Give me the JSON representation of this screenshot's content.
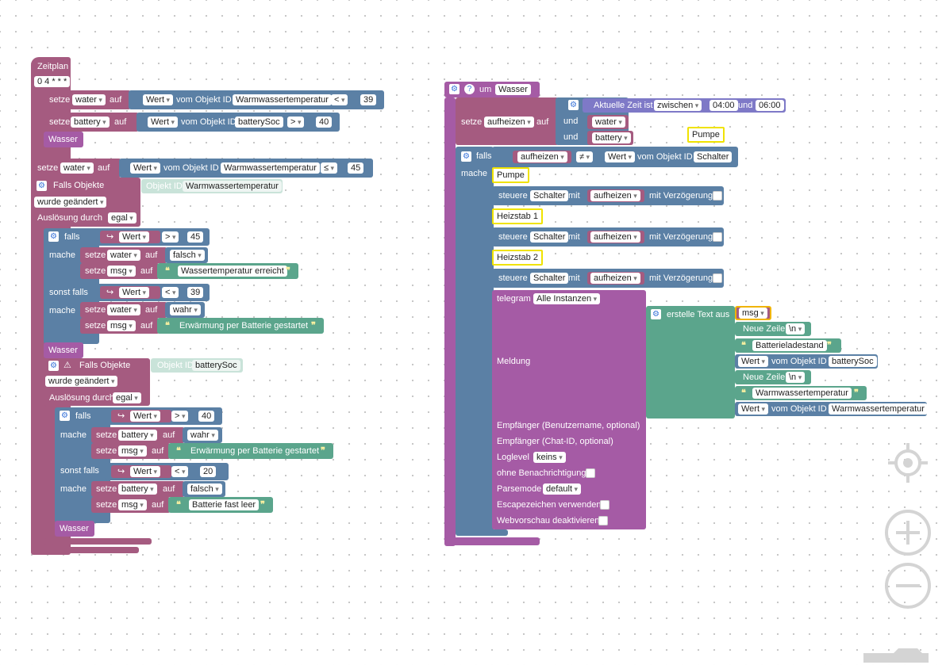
{
  "left": {
    "zeitplan": "Zeitplan",
    "cron": "0 4 * * *",
    "setze": "setze",
    "auf": "auf",
    "wert": "Wert",
    "vom_objekt": "vom Objekt ID",
    "obj_ww": "Warmwassertemperatur",
    "obj_bat": "batterySoc",
    "var_water": "water",
    "var_battery": "battery",
    "var_msg": "msg",
    "op_lt": "<",
    "op_gt": ">",
    "op_le": "≤",
    "n39": "39",
    "n40": "40",
    "n45": "45",
    "n20": "20",
    "wasser": "Wasser",
    "falls_objekte": "Falls Objekte",
    "objekt_id": "Objekt ID",
    "wurde_geaendert": "wurde geändert",
    "ausloesung": "Auslösung durch",
    "egal": "egal",
    "falls": "falls",
    "mache": "mache",
    "sonst_falls": "sonst falls",
    "falsch": "falsch",
    "wahr": "wahr",
    "txt_erreicht": "Wassertemperatur erreicht",
    "txt_erwaermung": "Erwärmung per Batterie gestartet",
    "txt_leer": "Batterie fast leer"
  },
  "right": {
    "um": "um",
    "fn_name": "Wasser",
    "setze": "setze",
    "var_aufheizen": "aufheizen",
    "auf": "auf",
    "aktuelle_zeit": "Aktuelle Zeit ist",
    "zwischen": "zwischen",
    "t_from": "04:00",
    "und": "und",
    "t_to": "06:00",
    "var_water": "water",
    "var_battery": "battery",
    "label_pumpe": "Pumpe",
    "falls": "falls",
    "mache": "mache",
    "op_ne": "≠",
    "wert": "Wert",
    "vom_objekt": "vom Objekt ID",
    "obj_schalter": "Schalter",
    "steuere": "steuere",
    "mit": "mit",
    "mit_verz": "mit Verzögerung",
    "label_heiz1": "Heizstab 1",
    "label_heiz2": "Heizstab 2",
    "telegram": "telegram",
    "alle_instanzen": "Alle Instanzen",
    "meldung": "Meldung",
    "erstelle_text": "erstelle Text aus",
    "var_msg": "msg",
    "neue_zeile": "Neue Zeile",
    "nl": "\\n",
    "txt_batterieladestand": "Batterieladestand",
    "obj_bat": "batterySoc",
    "txt_ww": "Warmwassertemperatur",
    "obj_ww": "Warmwassertemperatur",
    "empf_user": "Empfänger (Benutzername, optional)",
    "empf_chat": "Empfänger (Chat-ID, optional)",
    "loglevel": "Loglevel",
    "keins": "keins",
    "ohne_benachr": "ohne Benachrichtigung",
    "parsemode": "Parsemode",
    "default": "default",
    "escape": "Escapezeichen verwenden",
    "webvorschau": "Webvorschau deaktivieren"
  },
  "icons": {
    "gear": "gear-icon",
    "help": "help-icon",
    "warning": "warning-icon",
    "arrow": "arrow-icon",
    "target": "target-icon",
    "zoom_in": "zoom-in-icon",
    "zoom_out": "zoom-out-icon",
    "trash": "trash-icon"
  },
  "colors": {
    "event": "#a55b80",
    "logic": "#5b80a5",
    "procedure": "#a55ba5",
    "text": "#5ba58c",
    "time": "#7e79c7"
  }
}
